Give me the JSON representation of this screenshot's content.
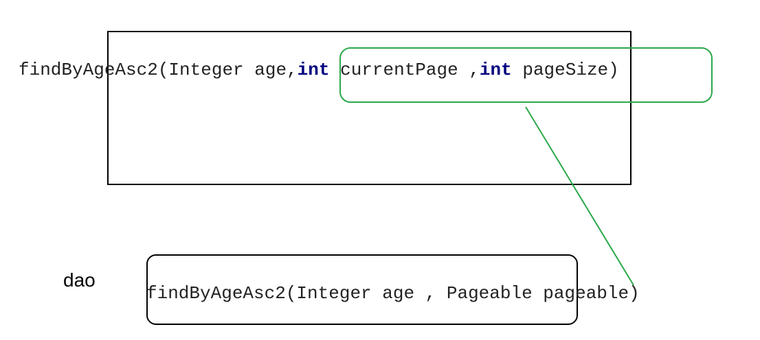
{
  "top_signature": {
    "part1": "findByAgeAsc2(Integer age,",
    "kw1": "int",
    "part2": " currentPage ,",
    "kw2": "int",
    "part3": " pageSize)"
  },
  "bottom_signature": {
    "text": "findByAgeAsc2(Integer age , Pageable pageable)"
  },
  "dao_label": "dao",
  "colors": {
    "highlight": "#2aa84a",
    "keyword": "#000080",
    "box": "#000000"
  }
}
